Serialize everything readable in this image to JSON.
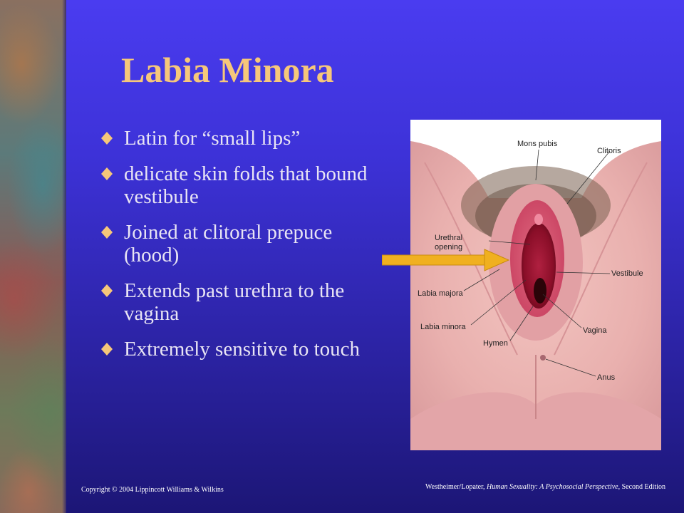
{
  "slide": {
    "title": "Labia Minora",
    "bullets": [
      "Latin for “small lips”",
      "delicate skin folds that bound vestibule",
      "Joined at clitoral prepuce (hood)",
      "Extends past urethra to the vagina",
      "Extremely sensitive to touch"
    ],
    "bullet_color": "#f6c77a",
    "title_color": "#f6c77a"
  },
  "figure": {
    "labels": {
      "mons_pubis": "Mons pubis",
      "clitoris": "Clitoris",
      "urethral_opening": "Urethral opening",
      "vestibule": "Vestibule",
      "labia_majora": "Labia majora",
      "labia_minora": "Labia minora",
      "vagina": "Vagina",
      "hymen": "Hymen",
      "anus": "Anus"
    }
  },
  "footer": {
    "copyright": "Copyright © 2004 Lippincott Williams & Wilkins",
    "citation_authors": "Westheimer/Lopater,",
    "citation_title": "Human Sexuality: A Psychosocial Perspective",
    "citation_edition": ", Second Edition"
  },
  "colors": {
    "arrow": "#f0b020",
    "background_top": "#4a3cf0",
    "background_bottom": "#1c1676"
  }
}
